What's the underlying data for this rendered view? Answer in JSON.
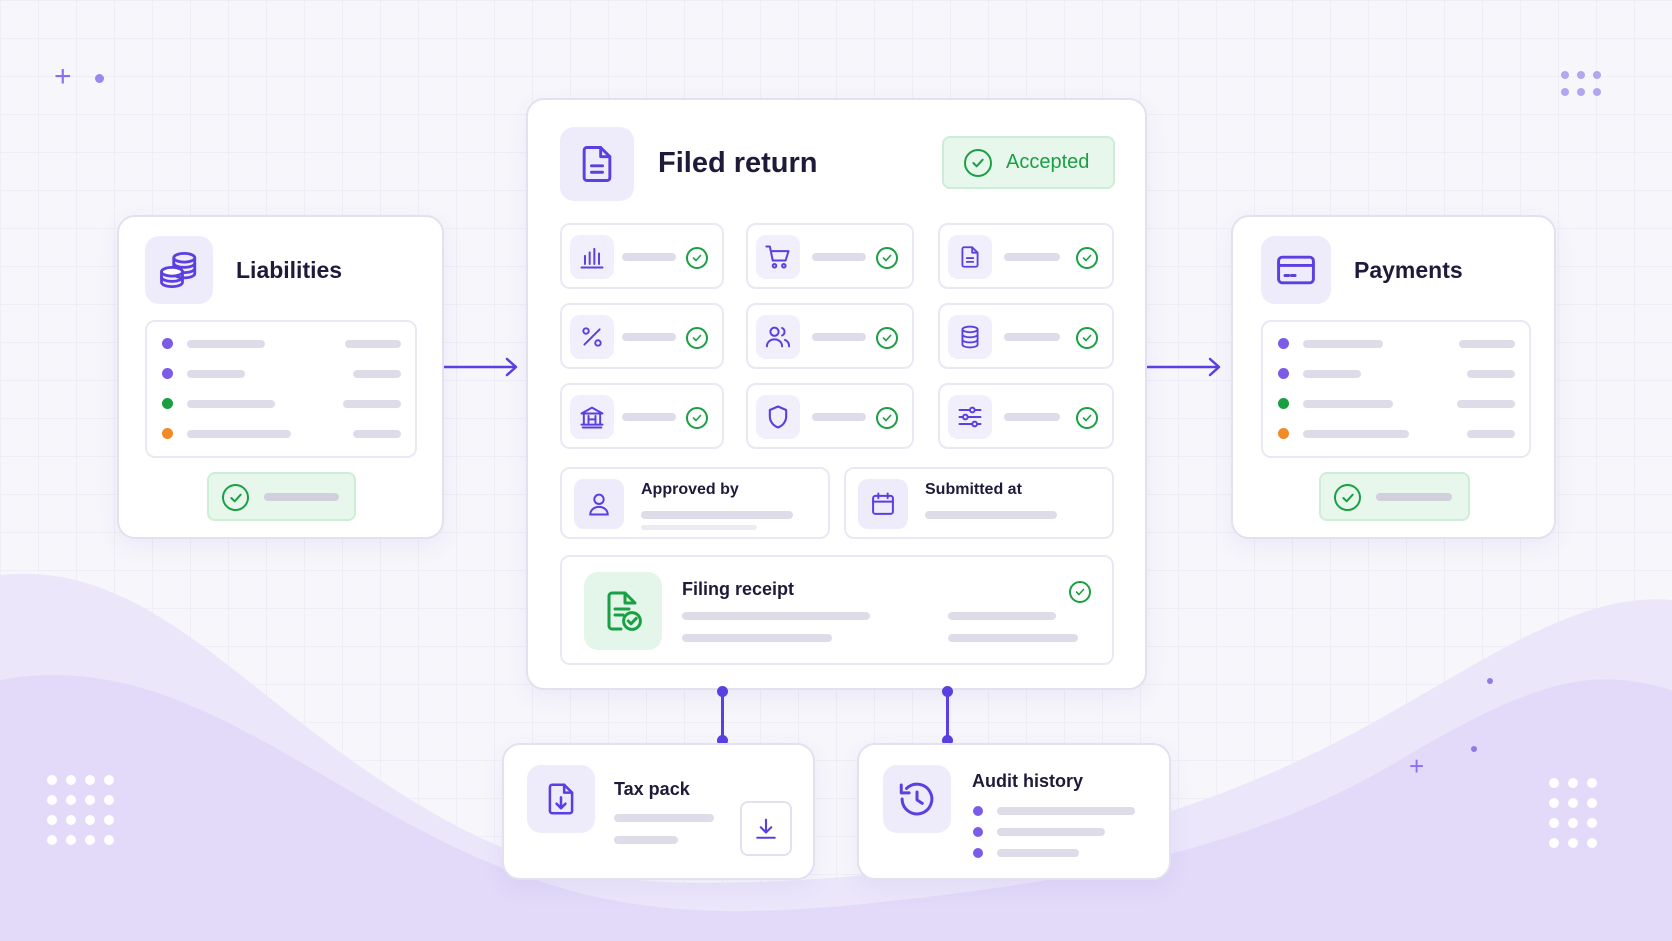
{
  "filed_return": {
    "title": "Filed return",
    "status": "Accepted",
    "icons": [
      "bar-chart-icon",
      "cart-icon",
      "document-icon",
      "percent-icon",
      "users-icon",
      "database-icon",
      "bank-icon",
      "shield-icon",
      "sliders-icon"
    ],
    "approved_by_label": "Approved by",
    "submitted_at_label": "Submitted at",
    "filing_receipt_label": "Filing receipt"
  },
  "liabilities": {
    "title": "Liabilities"
  },
  "payments": {
    "title": "Payments"
  },
  "tax_pack": {
    "title": "Tax pack"
  },
  "audit_history": {
    "title": "Audit history"
  },
  "colors": {
    "accent": "#5b3fe0",
    "success": "#1aa044",
    "warning": "#f28a25",
    "icon_purple": "#5b3fe0"
  }
}
